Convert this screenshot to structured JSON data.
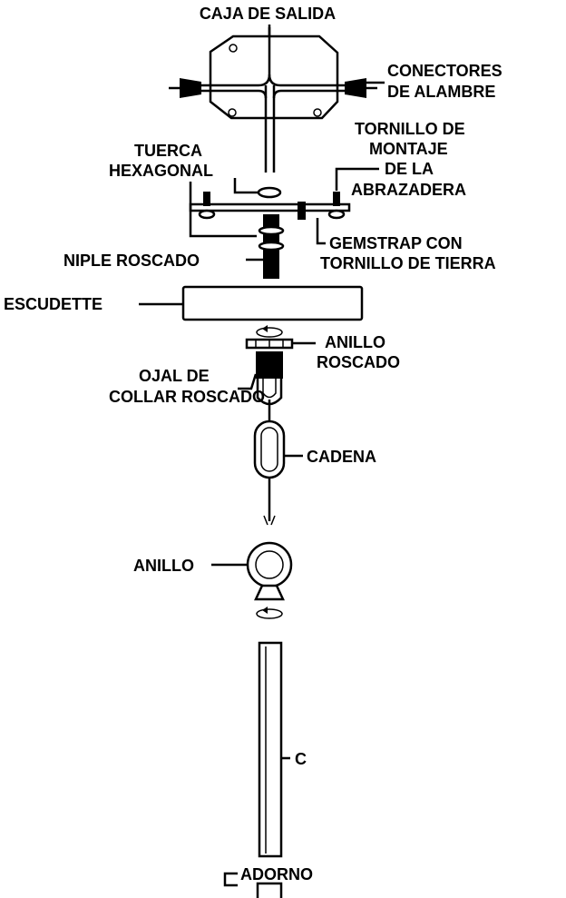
{
  "labels": {
    "caja_de_salida": "CAJA DE SALIDA",
    "conectores_1": "CONECTORES",
    "conectores_2": "DE ALAMBRE",
    "tornillo_1": "TORNILLO DE",
    "tornillo_2": "MONTAJE",
    "tornillo_3": "DE LA",
    "tornillo_4": "ABRAZADERA",
    "tuerca_1": "TUERCA",
    "tuerca_2": "HEXAGONAL",
    "gemstrap_1": "GEMSTRAP CON",
    "gemstrap_2": "TORNILLO DE TIERRA",
    "niple": "NIPLE ROSCADO",
    "escudette": "ESCUDETTE",
    "anillo_roscado_1": "ANILLO",
    "anillo_roscado_2": "ROSCADO",
    "ojal_1": "OJAL DE",
    "ojal_2": "COLLAR ROSCADO",
    "cadena": "CADENA",
    "anillo": "ANILLO",
    "c": "C",
    "adorno": "ADORNO"
  }
}
